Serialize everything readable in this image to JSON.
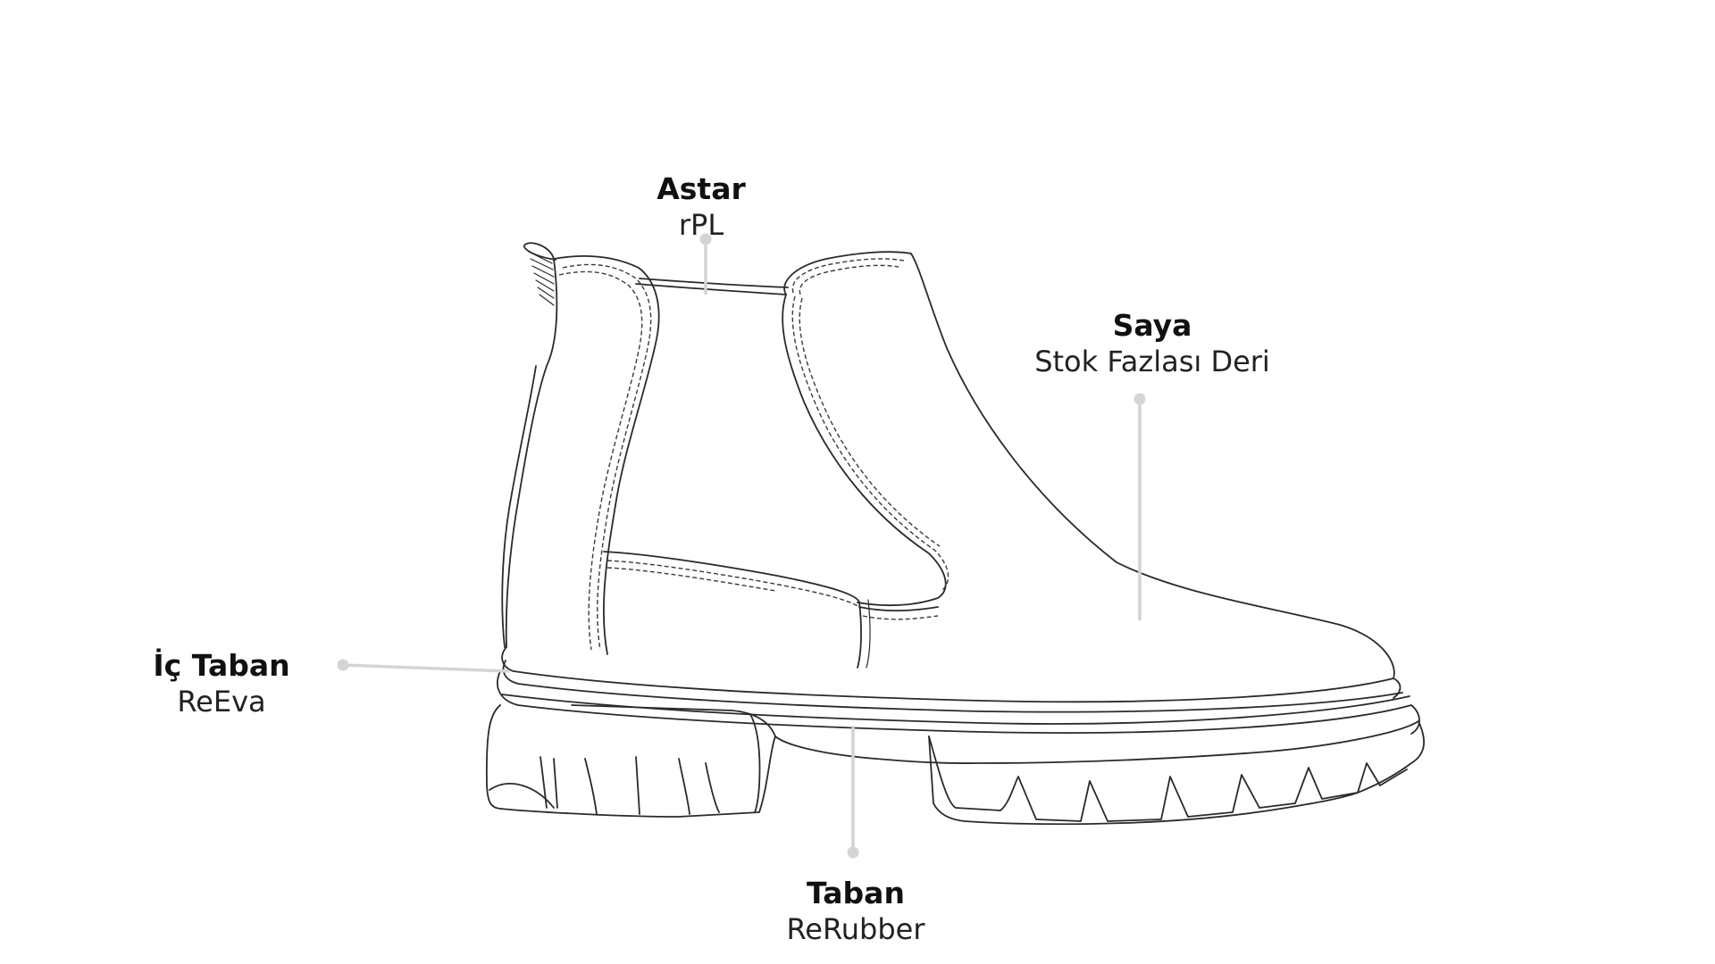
{
  "callouts": {
    "lining": {
      "name": "Astar",
      "material": "rPL"
    },
    "upper": {
      "name": "Saya",
      "material": "Stok Fazlası Deri"
    },
    "insole": {
      "name": "İç Taban",
      "material": "ReEva"
    },
    "outsole": {
      "name": "Taban",
      "material": "ReRubber"
    }
  },
  "colors": {
    "text": "#111111",
    "leader": "#d4d4d4",
    "outline": "#2a2a2a",
    "background": "#ffffff"
  }
}
